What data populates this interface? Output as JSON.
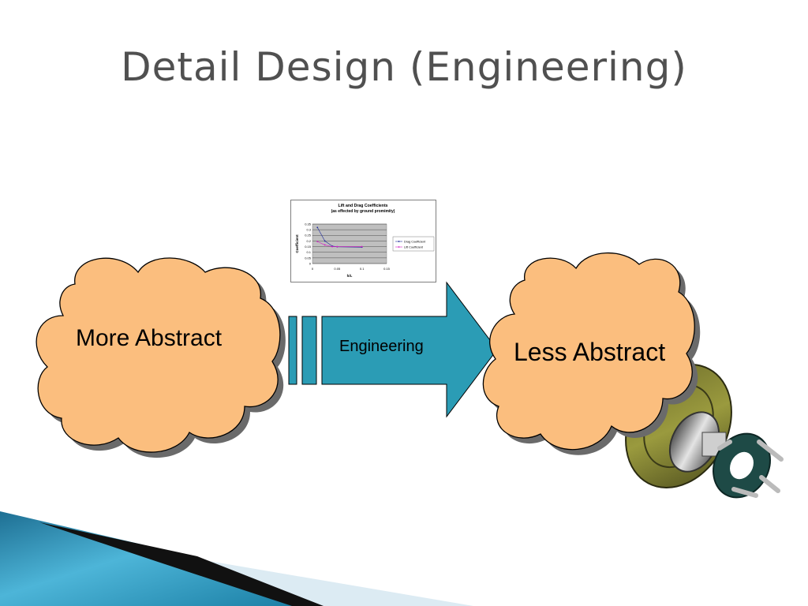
{
  "slide": {
    "title": "Detail Design (Engineering)"
  },
  "diagram": {
    "left_cloud_label": "More Abstract",
    "right_cloud_label": "Less Abstract",
    "arrow_label": "Engineering",
    "colors": {
      "cloud_fill": "#FBBE7E",
      "arrow_fill": "#2B9CB5",
      "title": "#505050",
      "footer_teal": "#2A8FB0",
      "footer_light": "#D8E9F1"
    }
  },
  "image": {
    "name": "brake-disc-hub-assembly"
  },
  "chart_data": {
    "type": "line",
    "title": "Lift and Drag Coefficients",
    "subtitle": "(as effected by ground promimity)",
    "xlabel": "h/L",
    "ylabel": "Coefficient",
    "xlim": [
      0,
      0.15
    ],
    "ylim": [
      0,
      0.35
    ],
    "x_ticks": [
      "0",
      "0.05",
      "0.1",
      "0.15"
    ],
    "y_ticks": [
      "0",
      "0.05",
      "0.1",
      "0.15",
      "0.2",
      "0.25",
      "0.3",
      "0.35"
    ],
    "grid": true,
    "legend_position": "right",
    "series": [
      {
        "name": "Drag Coefficient",
        "color": "#1F2A9B",
        "x": [
          0.01,
          0.025,
          0.04,
          0.05,
          0.1
        ],
        "y": [
          0.32,
          0.2,
          0.155,
          0.148,
          0.145
        ]
      },
      {
        "name": "Lift Coefficient",
        "color": "#D321C7",
        "x": [
          0.01,
          0.025,
          0.04,
          0.05,
          0.1
        ],
        "y": [
          0.195,
          0.165,
          0.15,
          0.15,
          0.15
        ]
      }
    ]
  }
}
